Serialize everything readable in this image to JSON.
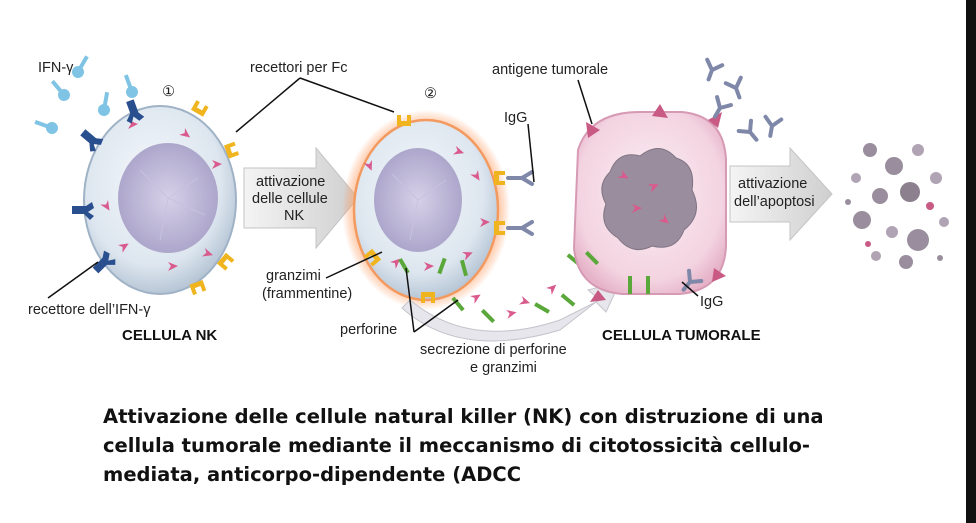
{
  "labels": {
    "ifn": "IFN-γ",
    "step1": "①",
    "step2": "②",
    "fc_receptors": "recettori per Fc",
    "tumor_antigen": "antigene tumorale",
    "igg_top": "IgG",
    "igg_bottom": "IgG",
    "activation_nk_1": "attivazione",
    "activation_nk_2": "delle cellule",
    "activation_nk_3": "NK",
    "apoptosis_1": "attivazione",
    "apoptosis_2": "dell’apoptosi",
    "granzymes_1": "granzimi",
    "granzymes_2": "(frammentine)",
    "ifn_receptor": "recettore dell’IFN-γ",
    "nk_cell": "CELLULA NK",
    "perforins": "perforine",
    "secretion_1": "secrezione di perforine",
    "secretion_2": "e granzimi",
    "tumor_cell": "CELLULA TUMORALE"
  },
  "caption": {
    "line1": "Attivazione  delle  cellule  natural  killer (NK) con  distruzione  di una",
    "line2": "cellula  tumorale  mediante  il meccanismo  di citotossicità  cellulo-",
    "line3": "mediata,  anticorpo-dipendente   (ADCC"
  },
  "colors": {
    "nk_cell_fill": "#dce4ee",
    "nucleus": "#b8b2d2",
    "granule": "#d95a8c",
    "fc_receptor": "#f0b51e",
    "ifn_receptor": "#2a4f8e",
    "ifn": "#7fc4e4",
    "igg": "#7f88a8",
    "antigen": "#c85a84",
    "perforin": "#5aa83a",
    "tumor_fill": "#f3d6e2",
    "arrow": "#d9d9d9"
  }
}
